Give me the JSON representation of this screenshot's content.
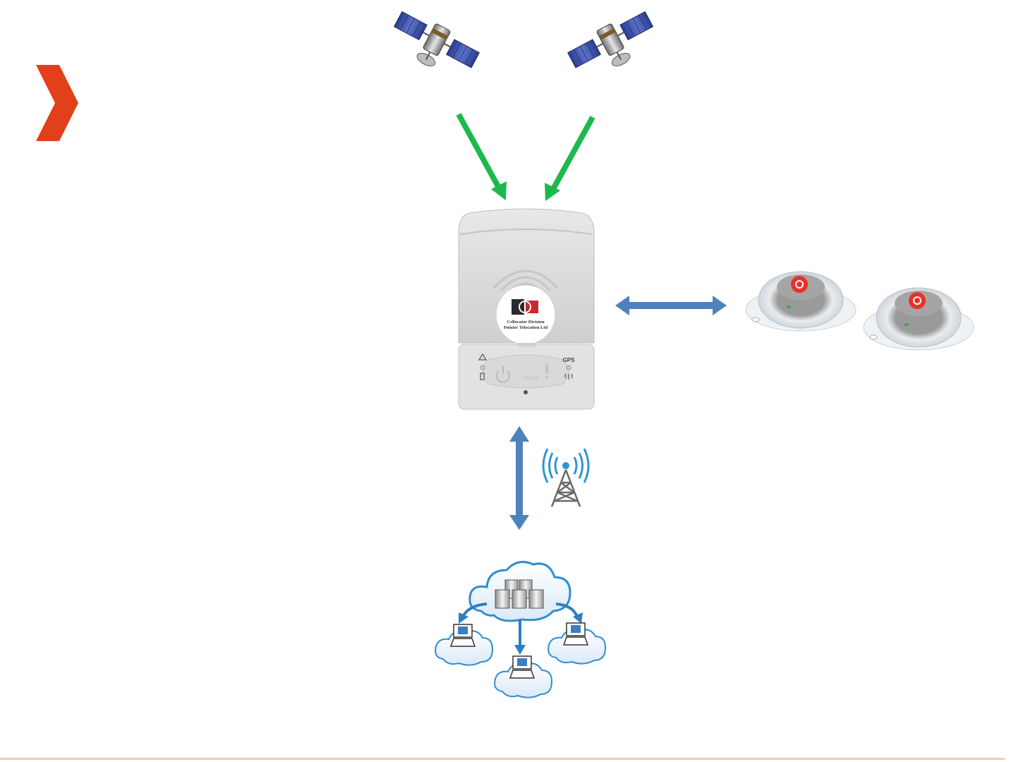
{
  "colors": {
    "brand_chevron": "#e2401b",
    "satellite_arrow": "#1db94c",
    "link_arrow": "#4f81bd",
    "device_body": "#dcdcdc",
    "sensor_button": "#e8312a",
    "footer_rule": "#f1cbb9"
  },
  "device": {
    "label_line1": "Cellocator Division",
    "label_line2": "Pointer Telocation Ltd",
    "gps_label": "GPS",
    "brand_mark": "CELLO"
  },
  "icons": {
    "logo": "brand-chevron-icon",
    "satellite": "satellite-icon",
    "tower": "cell-tower-icon",
    "cloud": "cloud-network-icon",
    "sensor": "wireless-sensor-icon"
  }
}
